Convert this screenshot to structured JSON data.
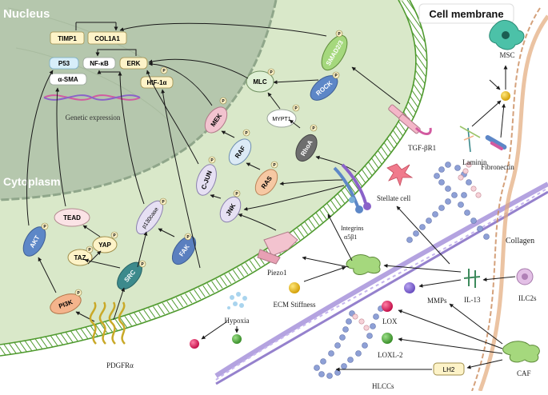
{
  "regions": {
    "nucleus": "Nucleus",
    "cytoplasm": "Cytoplasm",
    "cell_membrane": "Cell membrane"
  },
  "nucleus_genes": {
    "timp1": "TIMP1",
    "col1a1": "COL1A1",
    "p53": "P53",
    "nfkb": "NF-κB",
    "erk": "ERK",
    "hif1a": "HIF-1α",
    "asma": "α-SMA",
    "genetic_expression": "Genetic expression"
  },
  "signaling": {
    "mlc": "MLC",
    "smad23": "SMAD2/3",
    "rock": "ROCK",
    "mypt1": "MYPT1",
    "mek": "MEK",
    "raf": "RAF",
    "rhoa": "RhoA",
    "ras": "RAS",
    "cjun": "C-JUN",
    "jnk": "JNK",
    "tead": "TEAD",
    "yap": "YAP",
    "taz": "TAZ",
    "akt": "AKT",
    "p130cas": "p130case",
    "fak": "FAK",
    "src": "SRC",
    "pi3k": "PI3K",
    "phospho": "P"
  },
  "membrane": {
    "tgfbr1": "TGF-βR1",
    "integrins_line1": "Integrins",
    "integrins_line2": "α5β1",
    "piezo1": "Piezo1",
    "pdgfra": "PDGFRα",
    "hypoxia": "Hypoxia"
  },
  "extracellular": {
    "msc": "MSC",
    "laminin": "Laminin",
    "fibronectin": "Fibronectin",
    "stellate_cell": "Stellate cell",
    "collagen": "Collagen",
    "ecm_stiffness": "ECM Stiffness",
    "mmps": "MMPs",
    "il13": "IL-13",
    "ilc2s": "ILC2s",
    "lox": "LOX",
    "loxl2": "LOXL-2",
    "lh2": "LH2",
    "caf": "CAF",
    "hlccs": "HLCCs"
  },
  "colors": {
    "cell_fill": "#d9e8c9",
    "nucleus_fill": "#b5c7ad",
    "membrane": "#4f9a2e",
    "akt_blue": "#5d87c7",
    "src_teal": "#3d8a8c",
    "fak_blue": "#5a7fbf",
    "rhoa_gray": "#6e6e6e",
    "mek_pink": "#f2c3cf",
    "ras_peach": "#f6c8a3",
    "pi3k_orange": "#f4b48c",
    "collagen_purple": "#9b84d6"
  }
}
